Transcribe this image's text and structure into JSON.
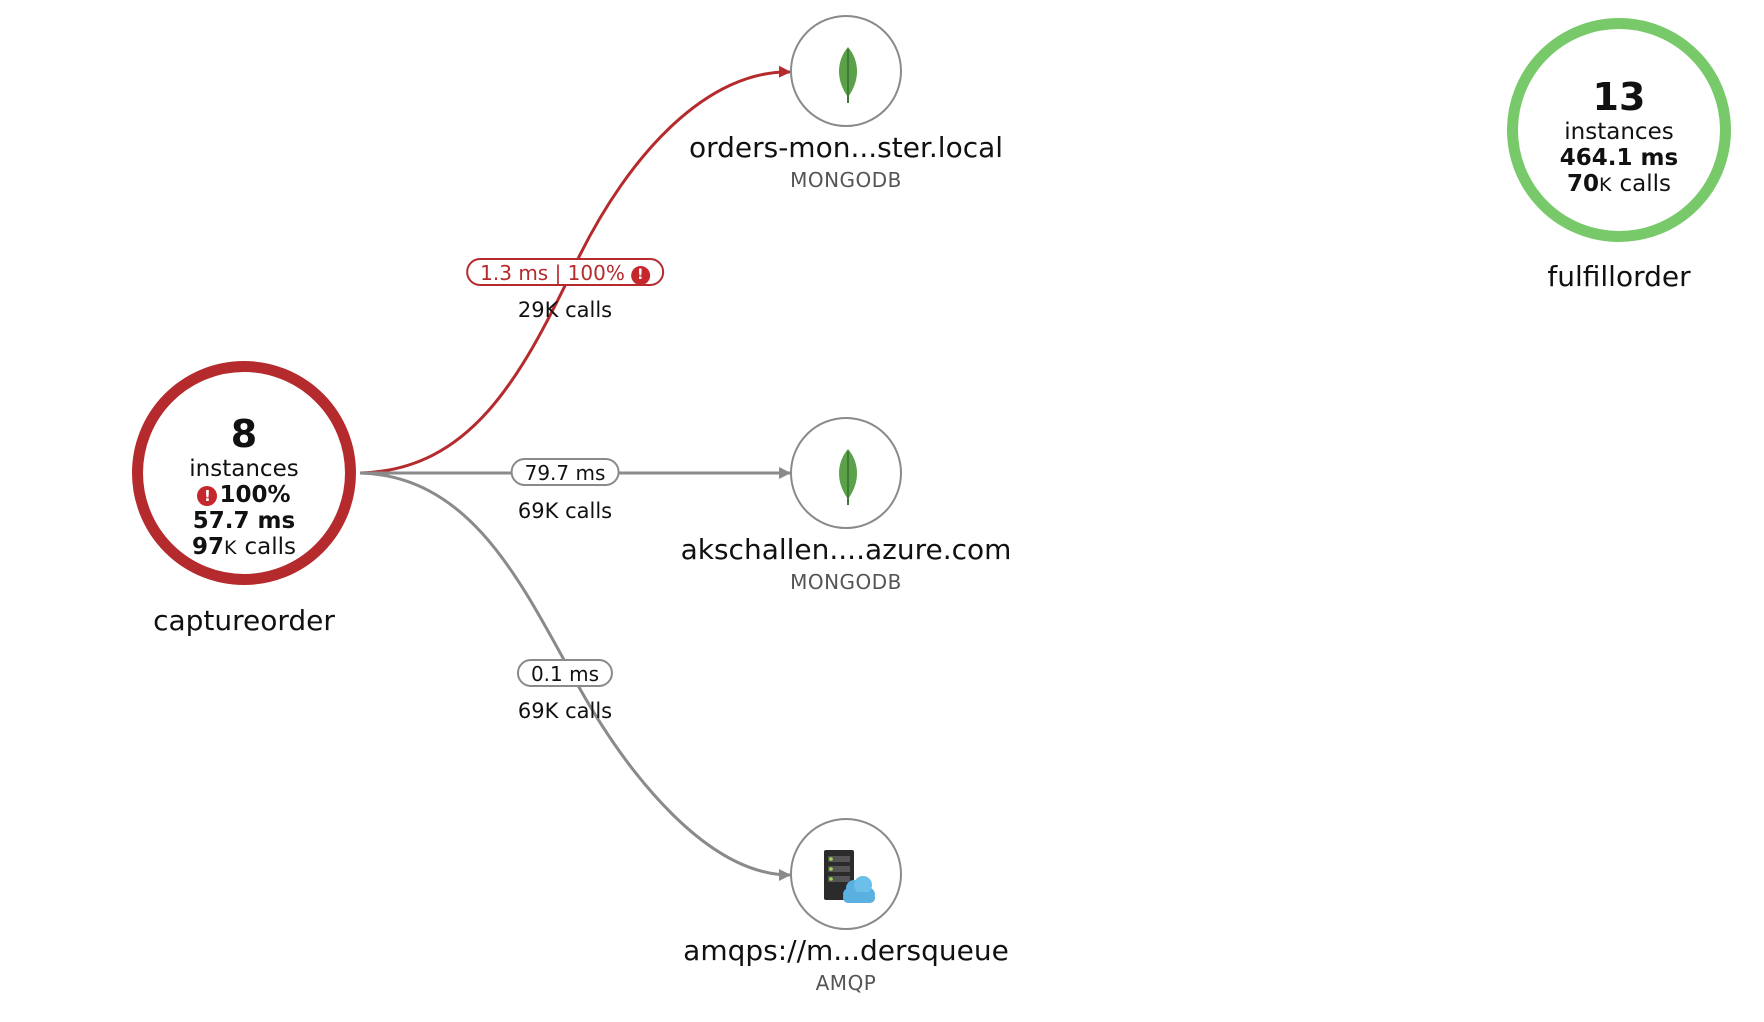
{
  "colors": {
    "error": "#b52a2d",
    "healthy": "#77c96a",
    "neutral": "#8a8a8a",
    "leaf": "#5aa14a"
  },
  "services": {
    "captureorder": {
      "name": "captureorder",
      "instances": "8",
      "instances_label": "instances",
      "error_rate": "100%",
      "duration": "57.7 ms",
      "calls_num": "97",
      "calls_unit": "K",
      "calls_word": "calls",
      "status": "error",
      "icon": "error-icon"
    },
    "fulfillorder": {
      "name": "fulfillorder",
      "instances": "13",
      "instances_label": "instances",
      "duration": "464.1 ms",
      "calls_num": "70",
      "calls_unit": "K",
      "calls_word": "calls",
      "status": "healthy"
    }
  },
  "dependencies": [
    {
      "name": "orders-mon...ster.local",
      "type": "MONGODB",
      "icon": "mongodb-leaf-icon"
    },
    {
      "name": "akschallen....azure.com",
      "type": "MONGODB",
      "icon": "mongodb-leaf-icon"
    },
    {
      "name": "amqps://m...dersqueue",
      "type": "AMQP",
      "icon": "server-cloud-icon"
    }
  ],
  "edges": [
    {
      "label": "1.3 ms | 100%",
      "calls": "29K calls",
      "status": "error",
      "icon": "error-icon"
    },
    {
      "label": "79.7 ms",
      "calls": "69K calls",
      "status": "ok"
    },
    {
      "label": "0.1 ms",
      "calls": "69K calls",
      "status": "ok"
    }
  ]
}
